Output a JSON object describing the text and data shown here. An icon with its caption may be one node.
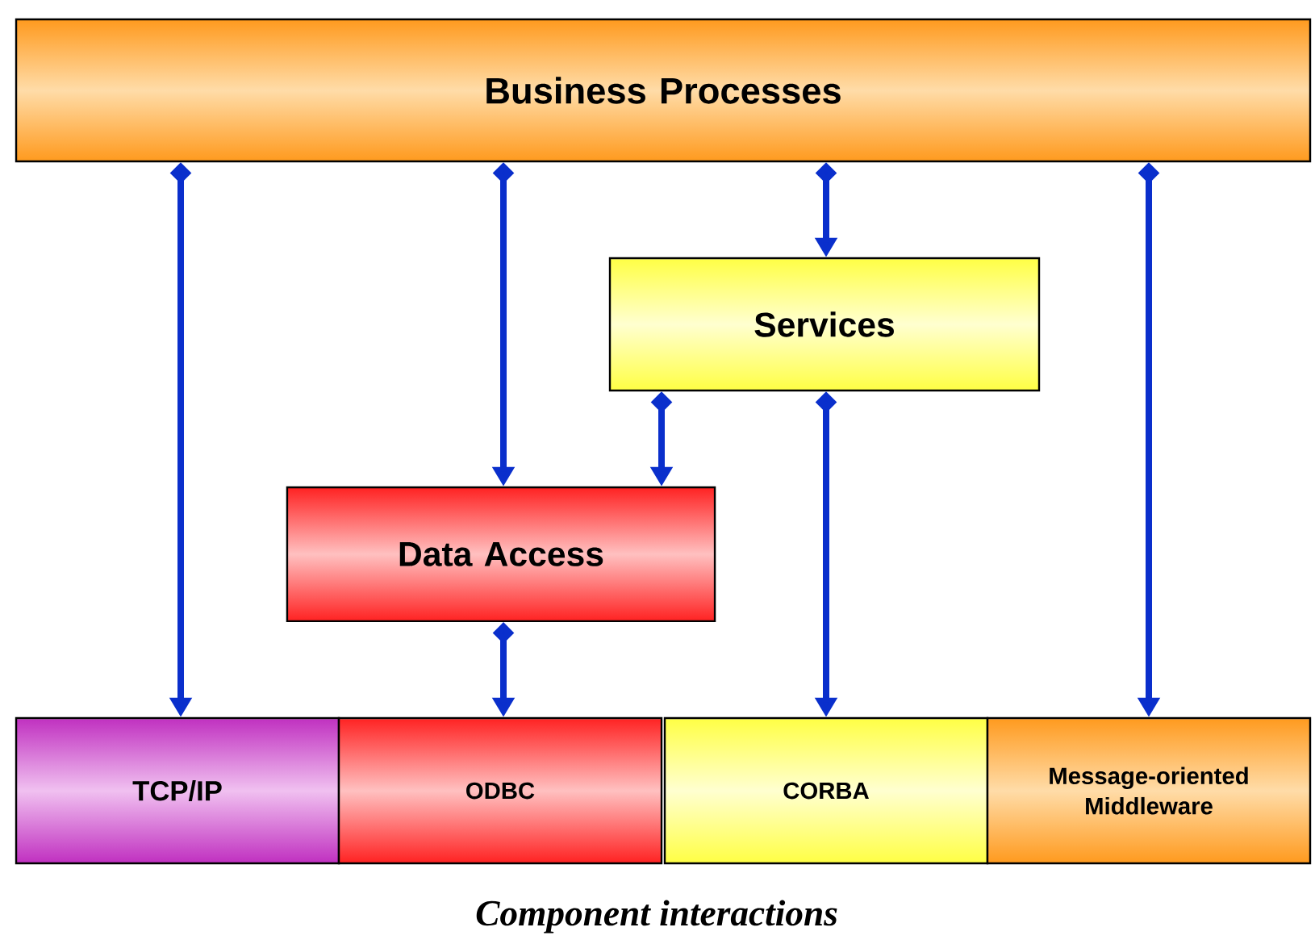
{
  "diagram": {
    "caption": "Component interactions",
    "nodes": [
      {
        "text": [
          "Business Processes"
        ]
      },
      {
        "text": [
          "Services"
        ]
      },
      {
        "text": [
          "Data Access"
        ]
      },
      {
        "text": [
          "TCP/IP"
        ]
      },
      {
        "text": [
          "ODBC"
        ]
      },
      {
        "text": [
          "CORBA"
        ]
      },
      {
        "text": [
          "Message-oriented Middleware"
        ]
      }
    ],
    "edges": [
      {
        "from": 0,
        "to": 3,
        "arrow": "to"
      },
      {
        "from": 0,
        "to": 2,
        "arrow": "to"
      },
      {
        "from": 0,
        "to": 1,
        "arrow": "to"
      },
      {
        "from": 0,
        "to": 6,
        "arrow": "to"
      },
      {
        "from": 1,
        "to": 2,
        "arrow": "to"
      },
      {
        "from": 1,
        "to": 5,
        "arrow": "to"
      },
      {
        "from": 2,
        "to": 4,
        "arrow": "to"
      }
    ]
  }
}
